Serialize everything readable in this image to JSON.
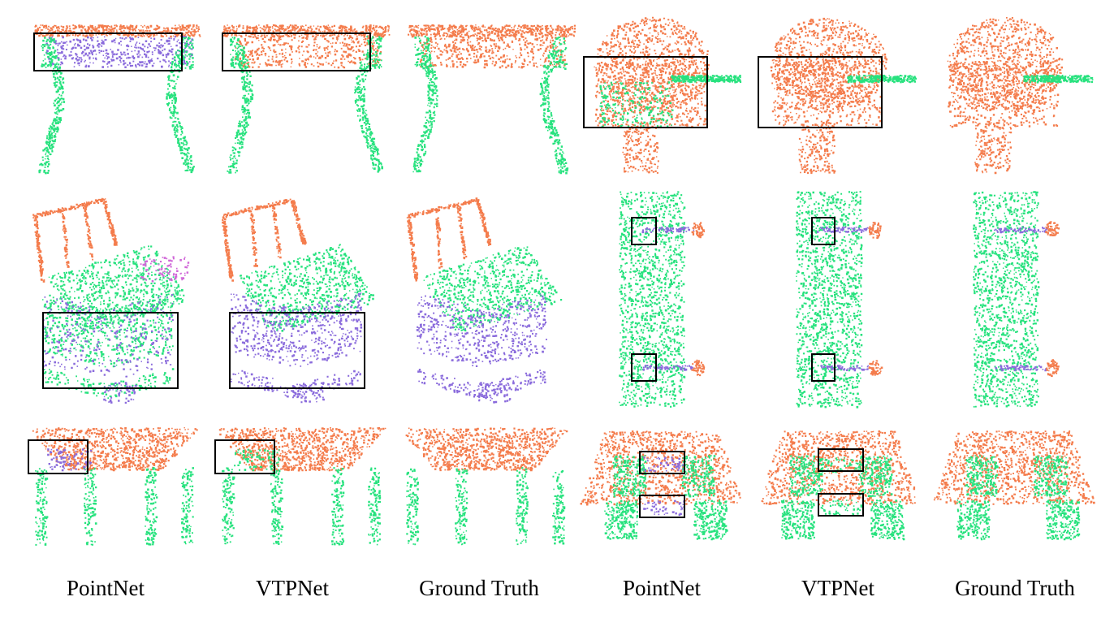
{
  "figure": {
    "colors": {
      "orange": "#f47c4c",
      "green": "#27e27e",
      "purple": "#8a6bdc",
      "magenta": "#d068d8",
      "box": "#000000"
    },
    "captions": [
      "PointNet",
      "VTPNet",
      "Ground Truth",
      "PointNet",
      "VTPNet",
      "Ground Truth"
    ],
    "panels": [
      {
        "object": "table",
        "method": "PointNet"
      },
      {
        "object": "table",
        "method": "VTPNet"
      },
      {
        "object": "table",
        "method": "Ground Truth"
      },
      {
        "object": "lamp",
        "method": "PointNet"
      },
      {
        "object": "lamp",
        "method": "VTPNet"
      },
      {
        "object": "lamp",
        "method": "Ground Truth"
      },
      {
        "object": "chair",
        "method": "PointNet"
      },
      {
        "object": "chair",
        "method": "VTPNet"
      },
      {
        "object": "chair",
        "method": "Ground Truth"
      },
      {
        "object": "skateboard",
        "method": "PointNet"
      },
      {
        "object": "skateboard",
        "method": "VTPNet"
      },
      {
        "object": "skateboard",
        "method": "Ground Truth"
      },
      {
        "object": "table",
        "method": "PointNet"
      },
      {
        "object": "table",
        "method": "VTPNet"
      },
      {
        "object": "table",
        "method": "Ground Truth"
      },
      {
        "object": "chair",
        "method": "PointNet"
      },
      {
        "object": "chair",
        "method": "VTPNet"
      },
      {
        "object": "chair",
        "method": "Ground Truth"
      }
    ]
  }
}
